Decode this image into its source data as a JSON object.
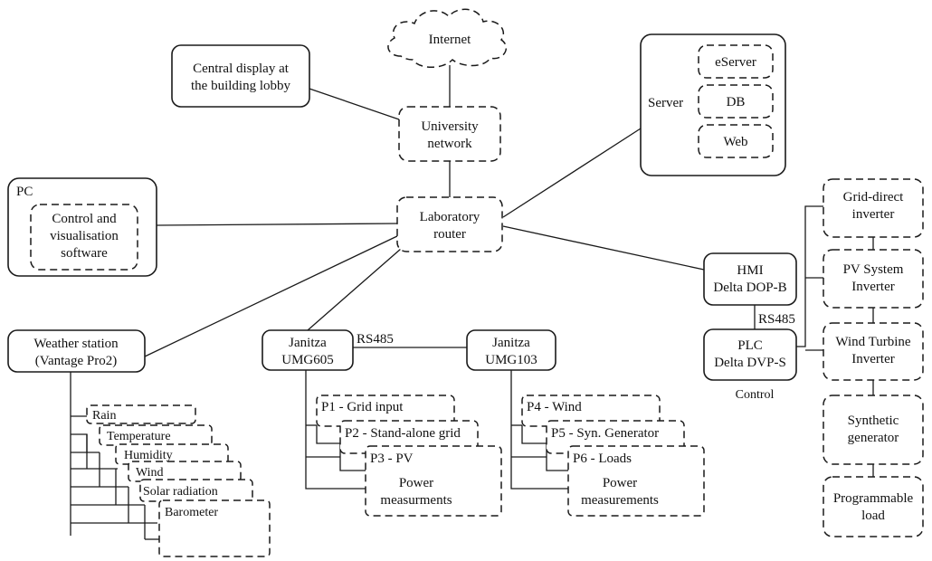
{
  "nodes": {
    "internet": "Internet",
    "central_display": [
      "Central display at",
      "the building lobby"
    ],
    "university_network": [
      "University",
      "network"
    ],
    "server": {
      "label": "Server",
      "items": [
        "eServer",
        "DB",
        "Web"
      ]
    },
    "pc": {
      "label": "PC",
      "software": [
        "Control and",
        "visualisation",
        "software"
      ]
    },
    "laboratory_router": [
      "Laboratory",
      "router"
    ],
    "hmi": [
      "HMI",
      "Delta DOP-B"
    ],
    "plc": [
      "PLC",
      "Delta DVP-S"
    ],
    "plc_link": "RS485",
    "control_caption": "Control",
    "weather_station": {
      "label": [
        "Weather station",
        "(Vantage Pro2)"
      ],
      "sensors": [
        "Rain",
        "Temperature",
        "Humidity",
        "Wind",
        "Solar radiation",
        "Barometer"
      ]
    },
    "janitza_605": {
      "label": [
        "Janitza",
        "UMG605"
      ],
      "points": [
        "P1 - Grid input",
        "P2 - Stand-alone grid",
        "P3 - PV"
      ],
      "caption": [
        "Power",
        "measurments"
      ]
    },
    "meter_link": "RS485",
    "janitza_103": {
      "label": [
        "Janitza",
        "UMG103"
      ],
      "points": [
        "P4 - Wind",
        "P5 - Syn. Generator",
        "P6 - Loads"
      ],
      "caption": [
        "Power",
        "measurements"
      ]
    },
    "devices": [
      [
        "Grid-direct",
        "inverter"
      ],
      [
        "PV System",
        "Inverter"
      ],
      [
        "Wind Turbine",
        "Inverter"
      ],
      [
        "Synthetic",
        "generator"
      ],
      [
        "Programmable",
        "load"
      ]
    ]
  }
}
